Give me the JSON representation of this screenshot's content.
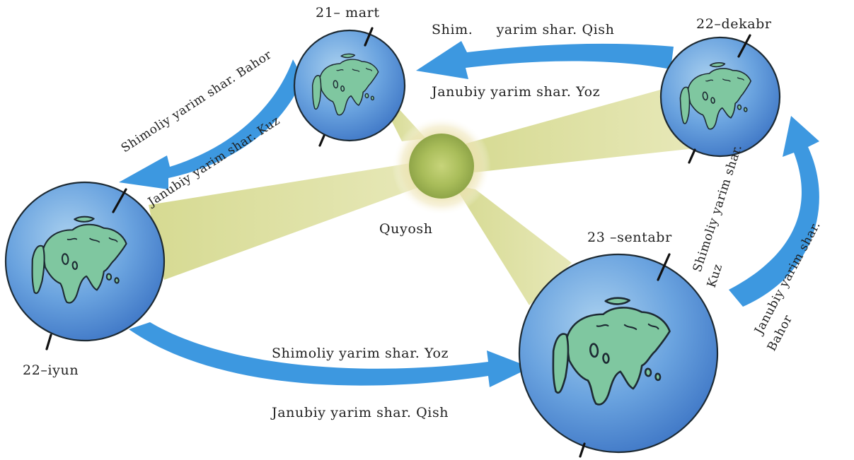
{
  "sun": {
    "label": "Quyosh"
  },
  "dates": {
    "march": "21– mart",
    "december": "22–dekabr",
    "june": "22–iyun",
    "september": "23 –sentabr"
  },
  "arrows": {
    "top": {
      "upper": "Shim.     yarim shar. Qish",
      "lower": "Janubiy yarim shar. Yoz"
    },
    "left": {
      "outer": "Shimoliy yarim shar. Bahor",
      "inner": "Janubiy yarim shar. Kuz"
    },
    "bottom": {
      "upper": "Shimoliy yarim shar. Yoz",
      "lower": "Janubiy yarim shar. Qish"
    },
    "right": {
      "inner_line1": "Shimoliy yarim shar.",
      "inner_line2": "Kuz",
      "outer_line1": "Janubiy yarim shar.",
      "outer_line2": "Bahor"
    }
  },
  "colors": {
    "ocean": "#4f8fd6",
    "land": "#7fc7a0",
    "arrow": "#3d98e0",
    "beam": "#d9dd9a",
    "sun": "#b6c766"
  }
}
